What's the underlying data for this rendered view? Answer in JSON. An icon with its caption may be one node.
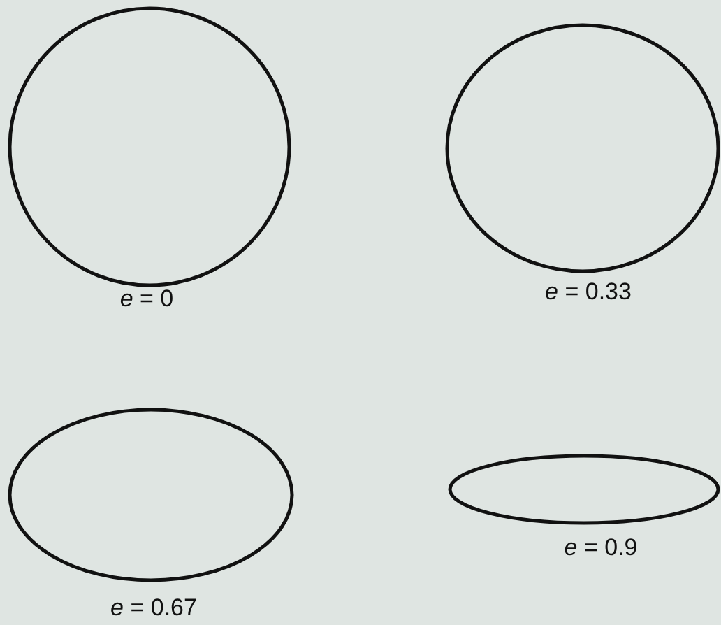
{
  "diagram": {
    "labels": [
      "*e* = 0",
      "*e* = 0.33",
      "*e* = 0.67",
      "*e* = 0.9"
    ]
  }
}
